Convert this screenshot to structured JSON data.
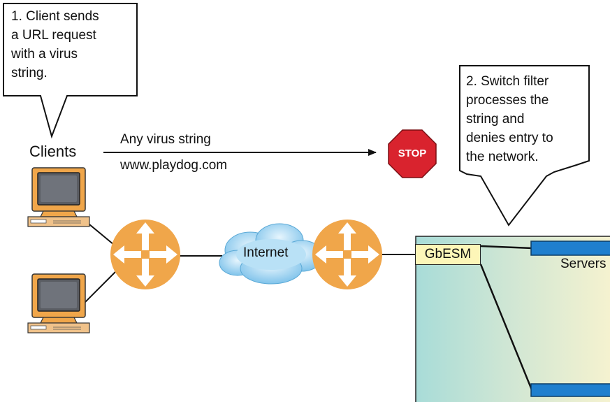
{
  "callouts": {
    "client": "1. Client sends\na URL request\nwith a virus\nstring.",
    "switch": "2. Switch filter\nprocesses the\nstring and\ndenies entry to\nthe network."
  },
  "labels": {
    "clients": "Clients",
    "virus_string": "Any virus string",
    "url": "www.playdog.com",
    "stop": "STOP",
    "internet": "Internet",
    "gbesm": "GbESM",
    "servers": "Servers"
  },
  "colors": {
    "router": "#f0a64a",
    "stop": "#d9232e",
    "server_bar": "#1f7fce",
    "cloud": "#8ccbef",
    "panel_left": "#a8dcd8",
    "panel_right": "#f8f3cf"
  }
}
